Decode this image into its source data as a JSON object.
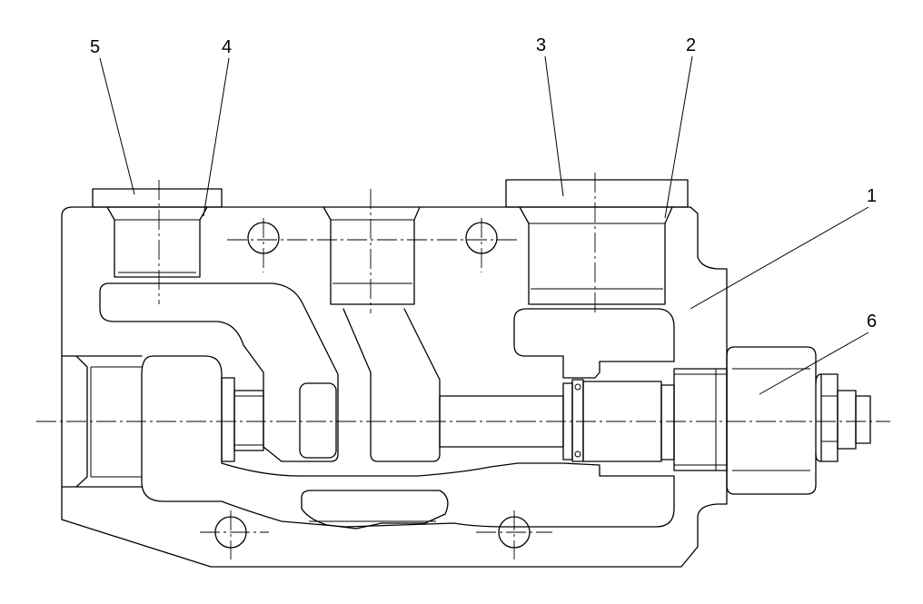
{
  "callouts": [
    {
      "label": "5"
    },
    {
      "label": "4"
    },
    {
      "label": "3"
    },
    {
      "label": "2"
    },
    {
      "label": "1"
    },
    {
      "label": "6"
    }
  ]
}
